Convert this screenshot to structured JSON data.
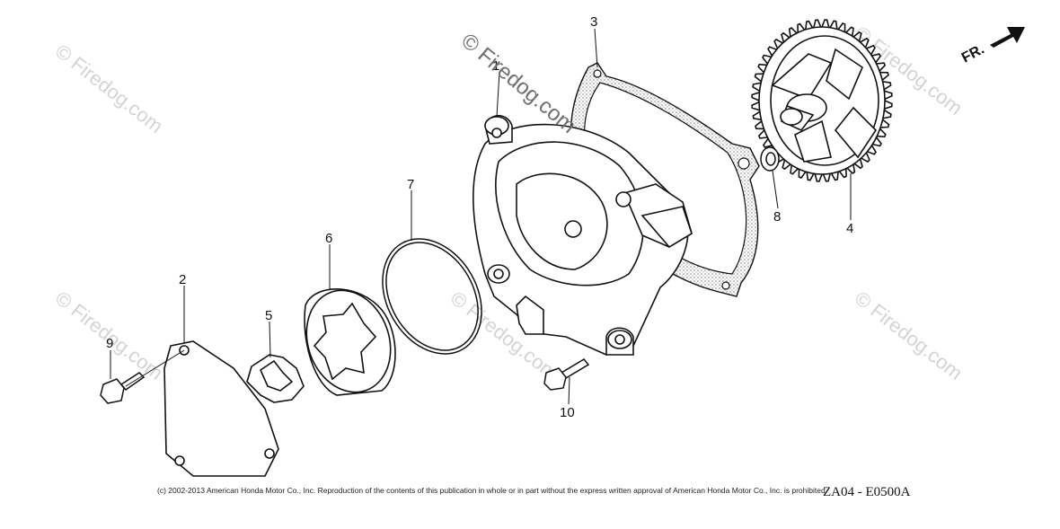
{
  "callouts": [
    {
      "id": "1",
      "label": "1"
    },
    {
      "id": "2",
      "label": "2"
    },
    {
      "id": "3",
      "label": "3"
    },
    {
      "id": "4",
      "label": "4"
    },
    {
      "id": "5",
      "label": "5"
    },
    {
      "id": "6",
      "label": "6"
    },
    {
      "id": "7",
      "label": "7"
    },
    {
      "id": "8",
      "label": "8"
    },
    {
      "id": "9",
      "label": "9"
    },
    {
      "id": "10",
      "label": "10"
    }
  ],
  "direction_marker": "FR.",
  "watermark_center": "© Firedog.com",
  "watermark_faint": "© Firedog.com",
  "copyright": "(c) 2002-2013 American Honda Motor Co., Inc. Reproduction of the contents of this publication in whole or in part without the express written approval of American Honda Motor Co., Inc. is prohibited.",
  "diagram_code": "ZA04 - E0500A",
  "colors": {
    "ink": "#111111",
    "watermark": "#c9c9c9",
    "watermark_center": "#6f6f6f"
  }
}
